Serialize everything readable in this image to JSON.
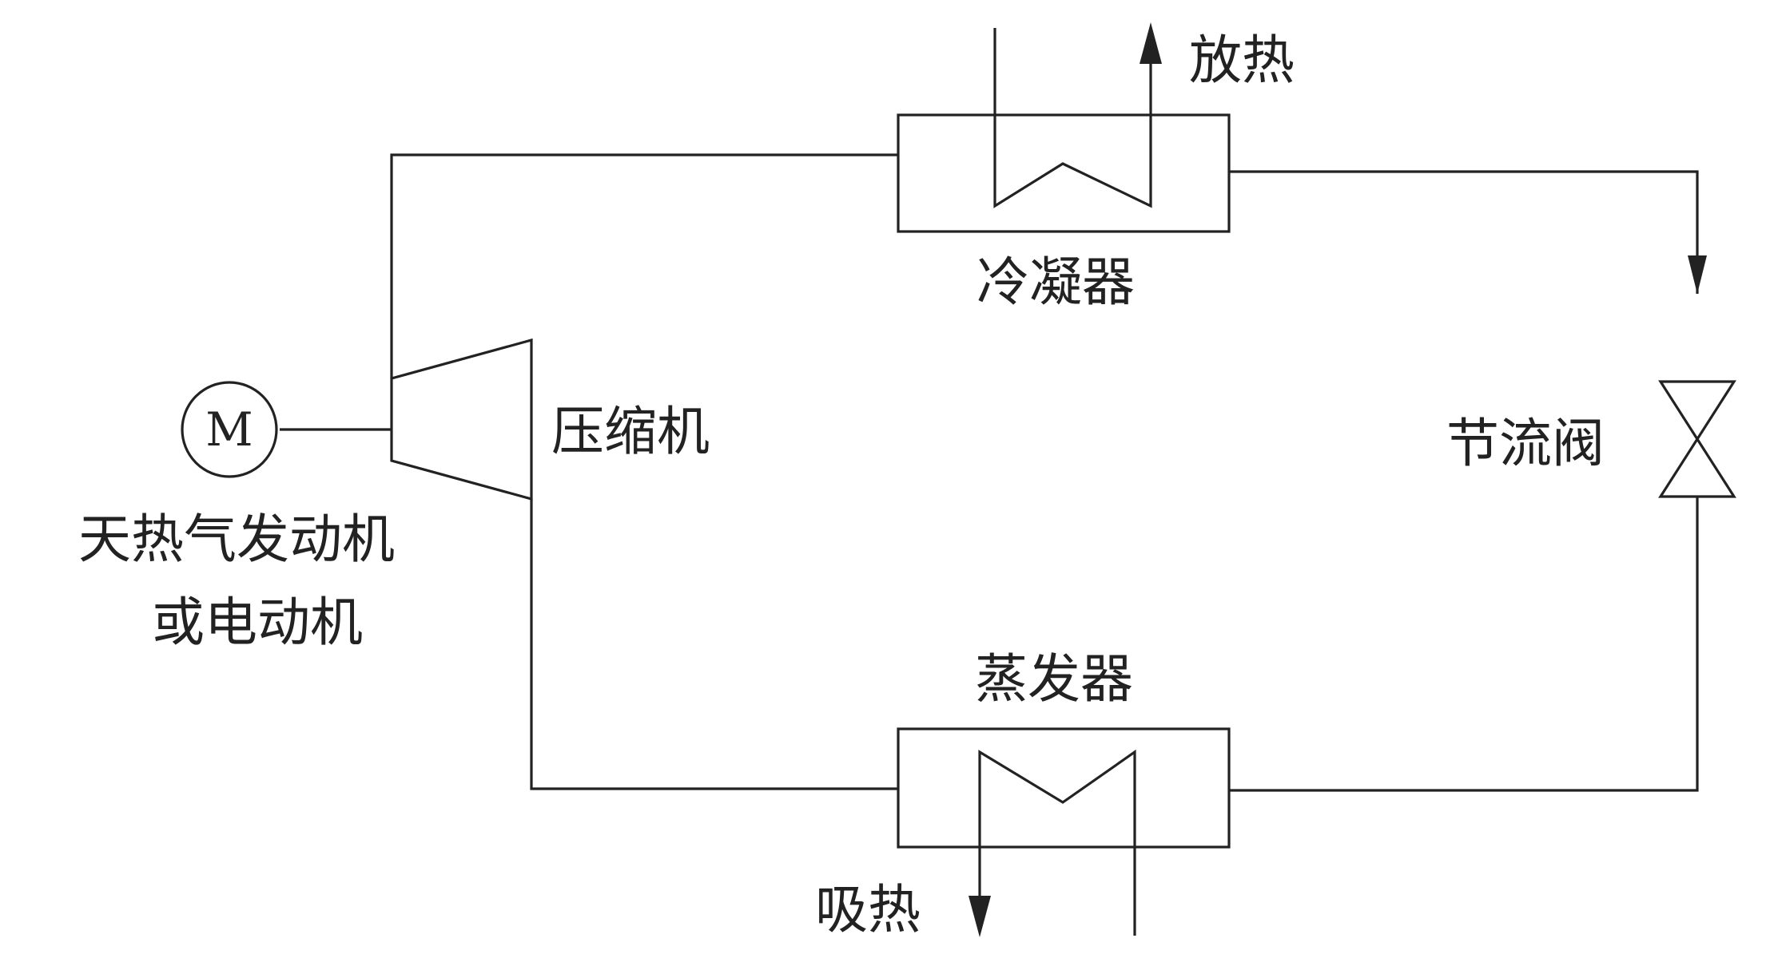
{
  "diagram": {
    "stroke_color": "#222222",
    "background_color": "#ffffff",
    "condenser": {
      "label": "冷凝器",
      "heat_label": "放热"
    },
    "evaporator": {
      "label": "蒸发器",
      "heat_label": "吸热"
    },
    "compressor": {
      "label": "压缩机"
    },
    "motor": {
      "symbol": "M",
      "label_line1": "天热气发动机",
      "label_line2": "或电动机"
    },
    "valve": {
      "label": "节流阀"
    }
  }
}
